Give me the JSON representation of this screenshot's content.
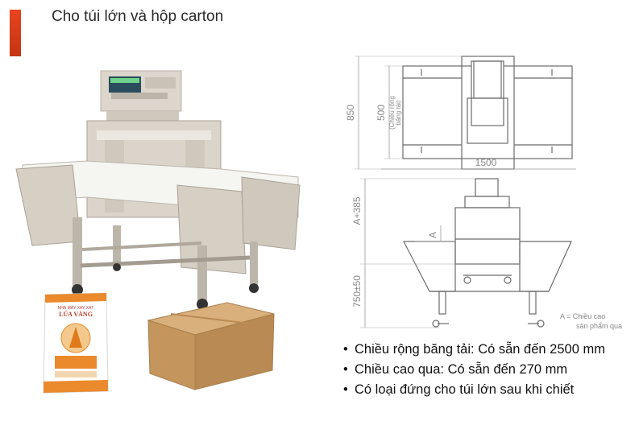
{
  "title": "Cho túi lớn và hộp carton",
  "colors": {
    "accent": "#e8431e",
    "accent_dark": "#c43512",
    "machine": "#d9d2c8",
    "belt": "#f5f5f2",
    "carton": "#c79a63",
    "bag_orange": "#ea8a2c"
  },
  "drawing": {
    "dim_850": "850",
    "dim_500": "500",
    "belt_width_note_1": "(Chiều rộng",
    "belt_width_note_2": "băng tải)",
    "dim_1500": "1500",
    "dim_a385": "A+385",
    "dim_a": "A",
    "dim_750": "750±50"
  },
  "note": {
    "line1": "A = Chiều cao",
    "line2": "sản phẩm qua"
  },
  "bag": {
    "line1": "NHÀ MÁY XAY XÁT",
    "line2": "LÚA VÀNG"
  },
  "features": [
    "Chiều rộng băng tải: Có sẵn đến 2500 mm",
    "Chiều cao qua: Có sẵn đến 270 mm",
    "Có loại đứng cho túi lớn sau khi chiết"
  ]
}
